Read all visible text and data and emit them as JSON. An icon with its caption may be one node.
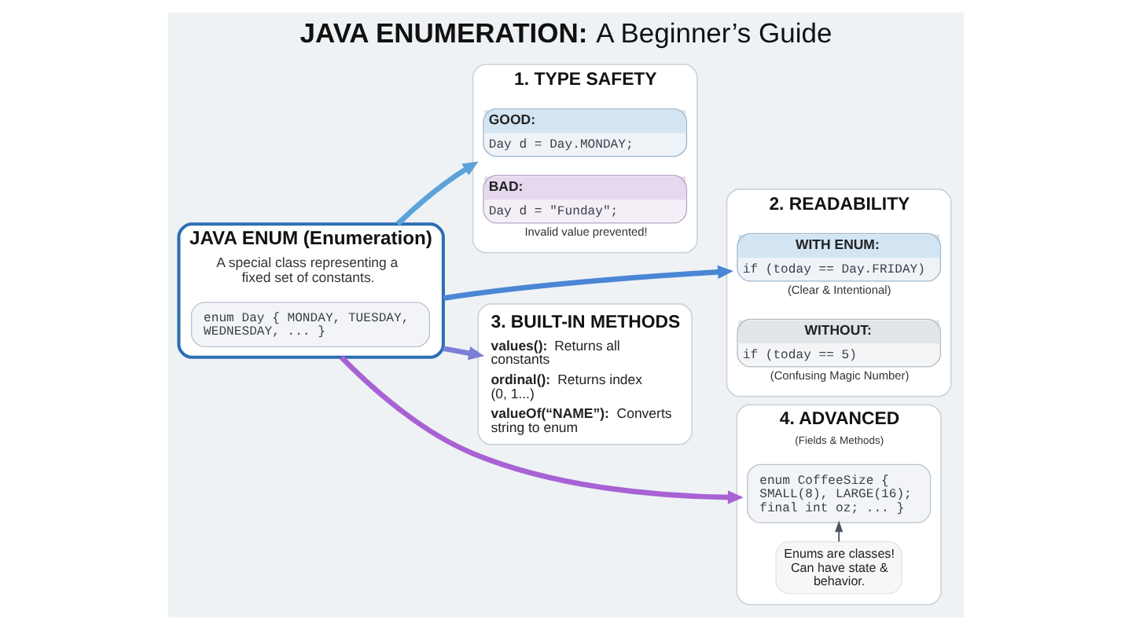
{
  "diagram": {
    "title": "**JAVA ENUMERATION:** A Beginner’s Guide",
    "nodes": [
      {
        "text": [
          "1. TYPE SAFETY"
        ]
      },
      {
        "text": [
          "GOOD:",
          "Day d = Day.MONDAY;"
        ],
        "in": 0
      },
      {
        "text": [
          "BAD:",
          "Day d = \"Funday\";"
        ],
        "in": 0,
        "beside": [
          "Invalid value prevented!"
        ]
      },
      {
        "text": [
          "2. READABILITY"
        ]
      },
      {
        "text": [
          "WITH ENUM:",
          "if (today == Day.FRIDAY)"
        ],
        "in": 3,
        "beside": [
          "(Clear & Intentional)"
        ]
      },
      {
        "text": [
          "WITHOUT:",
          "if (today == 5)"
        ],
        "in": 3,
        "beside": [
          "(Confusing Magic Number)"
        ]
      },
      {
        "text": [
          "JAVA ENUM (Enumeration)",
          "A special class representing a fixed set of constants."
        ]
      },
      {
        "text": [
          "enum Day { MONDAY, TUESDAY, WEDNESDAY, ... }"
        ],
        "in": 6
      },
      {
        "text": [
          "3. BUILT-IN METHODS",
          "**values():** Returns all constants",
          "**ordinal():** Returns index (0, 1...)",
          "**valueOf(“NAME”):** Converts string to enum"
        ]
      },
      {
        "text": [
          "4. ADVANCED",
          "(Fields & Methods)"
        ]
      },
      {
        "text": [
          "enum CoffeeSize { SMALL(8), LARGE(16); final int oz; ... }"
        ],
        "in": 9
      },
      {
        "text": [
          "Enums are classes! Can have state & behavior."
        ],
        "in": 9
      }
    ],
    "edges": [
      {
        "from": 6,
        "to": 0,
        "arrow": "to",
        "color": "#5ba3d9"
      },
      {
        "from": 6,
        "to": 3,
        "arrow": "to",
        "color": "#4a86d4"
      },
      {
        "from": 6,
        "to": 8,
        "arrow": "to",
        "color": "#7b7fd6"
      },
      {
        "from": 6,
        "to": 9,
        "arrow": "to",
        "color": "#a862d4"
      },
      {
        "from": 11,
        "to": 10,
        "arrow": "to",
        "color": "#4d5560"
      }
    ]
  }
}
